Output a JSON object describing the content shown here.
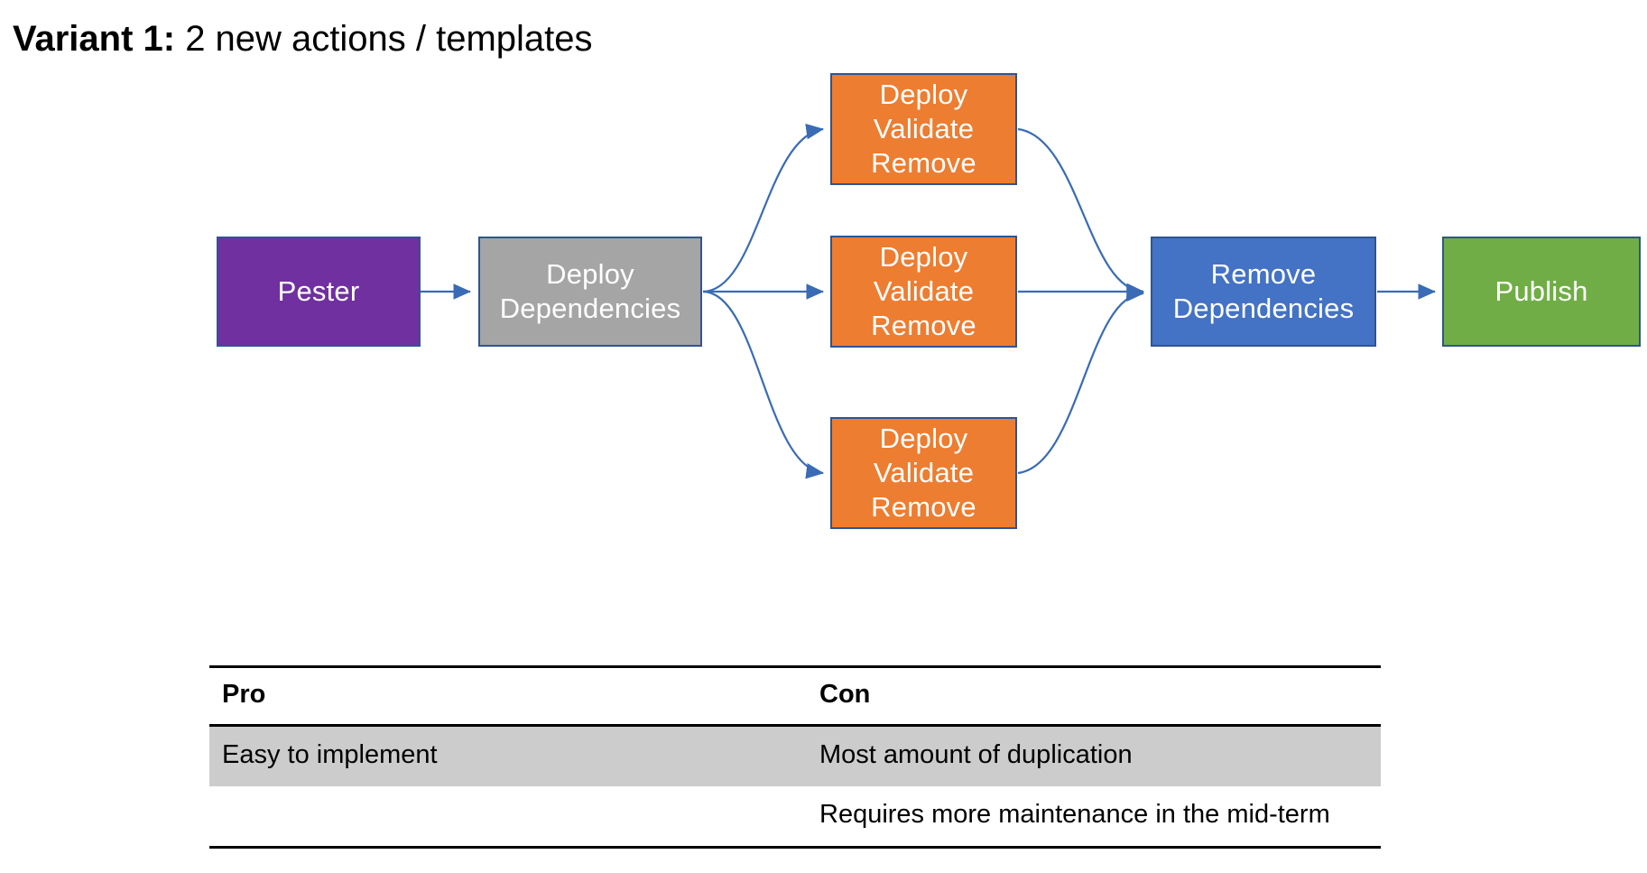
{
  "title": {
    "strong": "Variant 1:",
    "rest": " 2 new actions / templates"
  },
  "colors": {
    "pester": "#7030A0",
    "deploy_dependencies": "#A5A5A5",
    "deploy_validate_remove": "#ED7D31",
    "remove_dependencies": "#4472C4",
    "publish": "#70AD47",
    "border": "#2E5496",
    "connector": "#3A6BB5",
    "table_row_shade": "#CCCCCC"
  },
  "diagram": {
    "nodes": {
      "pester": {
        "label": "Pester"
      },
      "deploy_dependencies": {
        "line1": "Deploy",
        "line2": "Dependencies"
      },
      "dvr_top": {
        "line1": "Deploy",
        "line2": "Validate",
        "line3": "Remove"
      },
      "dvr_middle": {
        "line1": "Deploy",
        "line2": "Validate",
        "line3": "Remove"
      },
      "dvr_bottom": {
        "line1": "Deploy",
        "line2": "Validate",
        "line3": "Remove"
      },
      "remove_dependencies": {
        "line1": "Remove",
        "line2": "Dependencies"
      },
      "publish": {
        "label": "Publish"
      }
    },
    "edges": [
      {
        "from": "pester",
        "to": "deploy_dependencies",
        "style": "straight"
      },
      {
        "from": "deploy_dependencies",
        "to": "dvr_top",
        "style": "curve-up"
      },
      {
        "from": "deploy_dependencies",
        "to": "dvr_middle",
        "style": "straight"
      },
      {
        "from": "deploy_dependencies",
        "to": "dvr_bottom",
        "style": "curve-down"
      },
      {
        "from": "dvr_top",
        "to": "remove_dependencies",
        "style": "curve-down"
      },
      {
        "from": "dvr_middle",
        "to": "remove_dependencies",
        "style": "straight"
      },
      {
        "from": "dvr_bottom",
        "to": "remove_dependencies",
        "style": "curve-up"
      },
      {
        "from": "remove_dependencies",
        "to": "publish",
        "style": "straight"
      }
    ]
  },
  "table": {
    "headers": [
      "Pro",
      "Con"
    ],
    "rows": [
      [
        "Easy to implement",
        "Most amount of duplication"
      ],
      [
        "",
        "Requires more maintenance in the mid-term"
      ]
    ]
  }
}
